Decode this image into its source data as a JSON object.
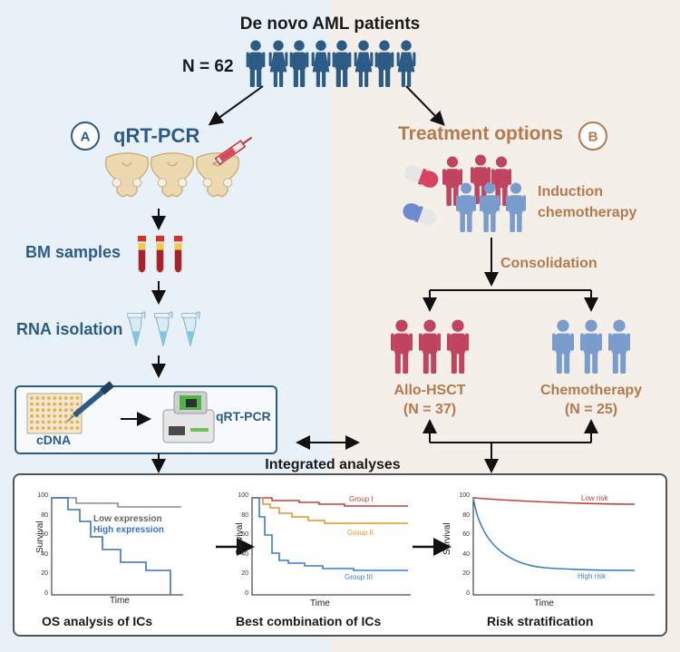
{
  "top": {
    "title": "De novo AML patients",
    "n_label": "N = 62"
  },
  "left": {
    "badge": "A",
    "title": "qRT-PCR",
    "bm_samples": "BM samples",
    "rna_isolation": "RNA isolation",
    "cdna": "cDNA",
    "qrtpcr_machine": "qRT-PCR"
  },
  "right": {
    "badge": "B",
    "title": "Treatment options",
    "induction_line1": "Induction",
    "induction_line2": "chemotherapy",
    "consolidation": "Consolidation",
    "allo_line1": "Allo-HSCT",
    "allo_line2": "(N = 37)",
    "chemo_line1": "Chemotherapy",
    "chemo_line2": "(N = 25)"
  },
  "integrated": "Integrated analyses",
  "charts": {
    "os": {
      "caption": "OS analysis of ICs",
      "ylabel": "Survival",
      "xlabel": "Time",
      "ticks": [
        "100",
        "80",
        "60",
        "40",
        "20",
        "0"
      ],
      "low_label": "Low expression",
      "high_label": "High expression"
    },
    "combo": {
      "caption": "Best combination of ICs",
      "ylabel": "Survival",
      "xlabel": "Time",
      "ticks": [
        "100",
        "80",
        "60",
        "40",
        "20",
        "0"
      ],
      "g1": "Group I",
      "g2": "Group II",
      "g3": "Group III"
    },
    "risk": {
      "caption": "Risk stratification",
      "ylabel": "Survival",
      "xlabel": "Time",
      "ticks": [
        "100",
        "80",
        "60",
        "40",
        "20",
        "0"
      ],
      "low": "Low risk",
      "high": "High risk"
    }
  },
  "colors": {
    "blue_text": "#2c5b86",
    "brown_text": "#b47a4d",
    "person_blue": "#7a9ccc",
    "person_red": "#c0435f",
    "person_dark": "#2c5b86"
  }
}
